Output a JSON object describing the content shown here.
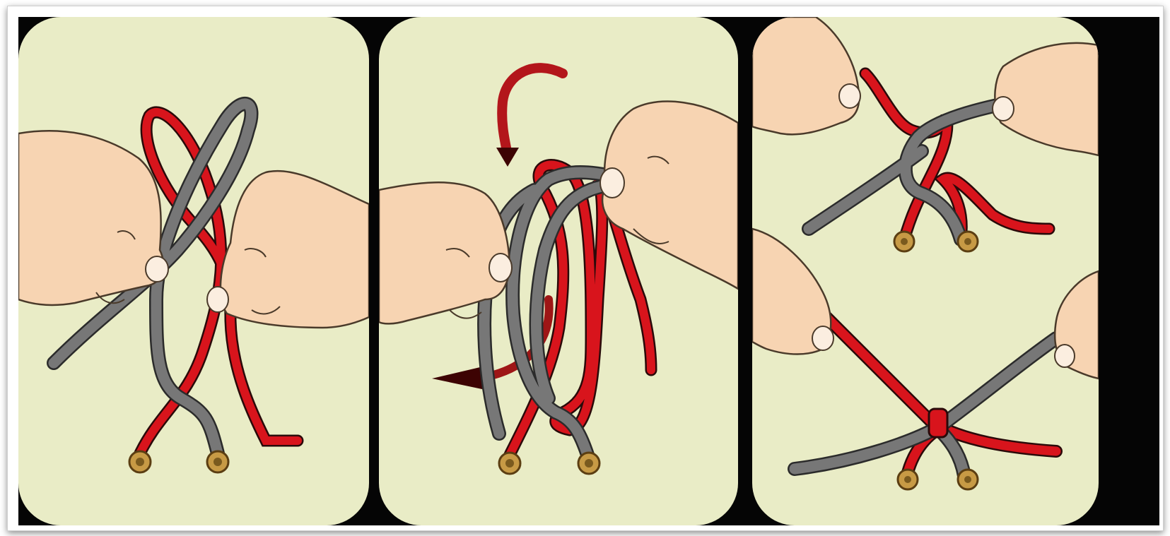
{
  "figure": {
    "panels": [
      {
        "step": "cross-laces-hold",
        "icons": [
          "left-hand",
          "right-hand",
          "gray-lace",
          "red-lace",
          "eyelet-left",
          "eyelet-right"
        ]
      },
      {
        "step": "wrap-over-pull-through",
        "icons": [
          "left-hand",
          "right-hand",
          "gray-lace",
          "red-lace",
          "curved-arrow",
          "pull-arrow",
          "eyelet-left",
          "eyelet-right"
        ]
      },
      {
        "step": "tighten-knot",
        "icons": [
          "left-hand",
          "right-hand",
          "gray-lace",
          "red-lace",
          "eyelet-left",
          "eyelet-right"
        ]
      }
    ]
  },
  "colors": {
    "background_panel": "#e9ecc6",
    "frame_black": "#050505",
    "lace_red": "#d8141c",
    "lace_gray": "#737373",
    "skin": "#f7d4b2",
    "eyelet_gold": "#c79a45",
    "arrow_dark": "#3d0303"
  }
}
